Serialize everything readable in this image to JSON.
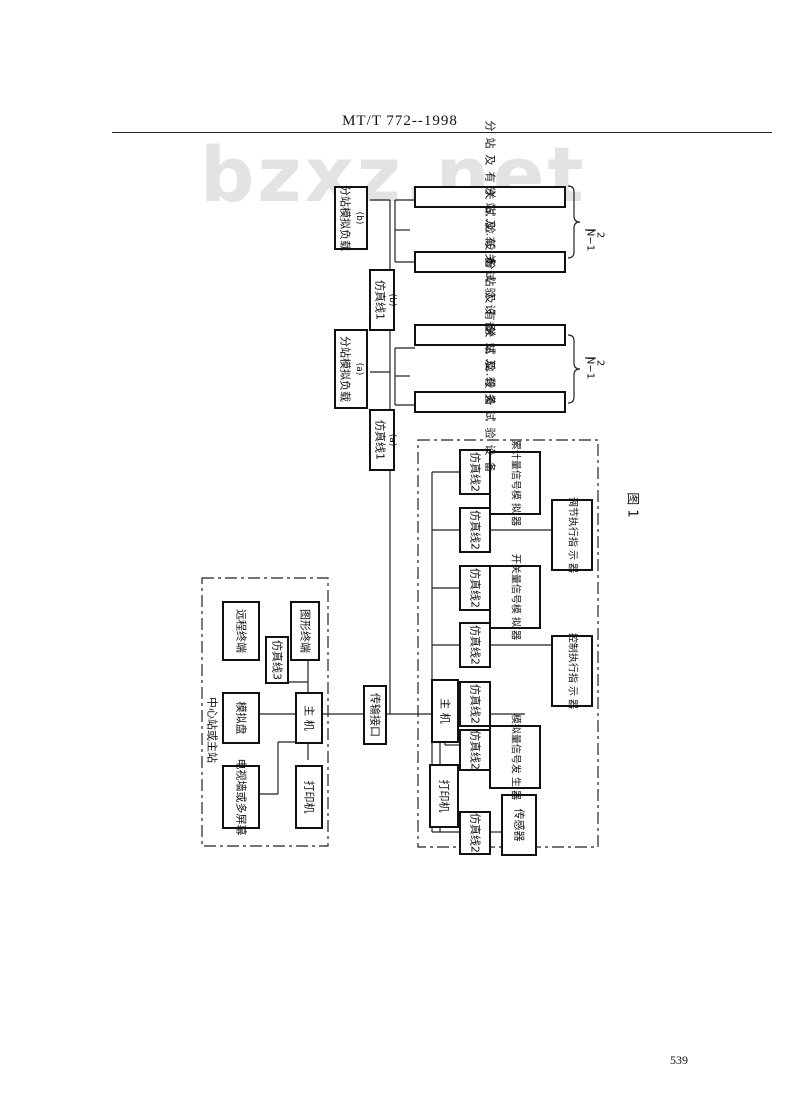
{
  "header": {
    "standard_code": "MT/T 772--1998"
  },
  "watermark": "bzxz.net",
  "page_number": "539",
  "figure": {
    "caption": "图 1",
    "central_station_label": "中心站或主站",
    "central_station": {
      "host": "主 机",
      "monitor": "电视墙或多屏幕",
      "printer": "打印机",
      "simulation_panel": "模拟盘",
      "remote_terminal": "远程终端",
      "graphic_terminal": "图形终端",
      "line3": "仿真线3"
    },
    "transmission_interface": "传输接口",
    "lines": {
      "line1a": "仿真线1",
      "line1a_tag": "(a)",
      "line1b": "仿真线1",
      "line1b_tag": "(b)",
      "line2": "仿真线2"
    },
    "test_host": {
      "host": "主 机",
      "printer": "打印机",
      "sensor": "传感器",
      "analog_signal_generator": "模拟量信号发 生 器",
      "control_indicator": "控制执行指 示 器",
      "switch_simulator": "开关量信号模 拟 器",
      "regulate_indicator": "调节执行指 示 器",
      "accum_simulator": "累计量信号模 拟 器"
    },
    "substation_load_a": "分站模拟负载",
    "substation_load_a_tag": "(a)",
    "substation_load_b": "分站模拟负载",
    "substation_load_b_tag": "(b)",
    "device_label": "分站及有关试验设备",
    "ellipsis": "……",
    "count_numerator": "N−1",
    "count_denominator": "2"
  }
}
